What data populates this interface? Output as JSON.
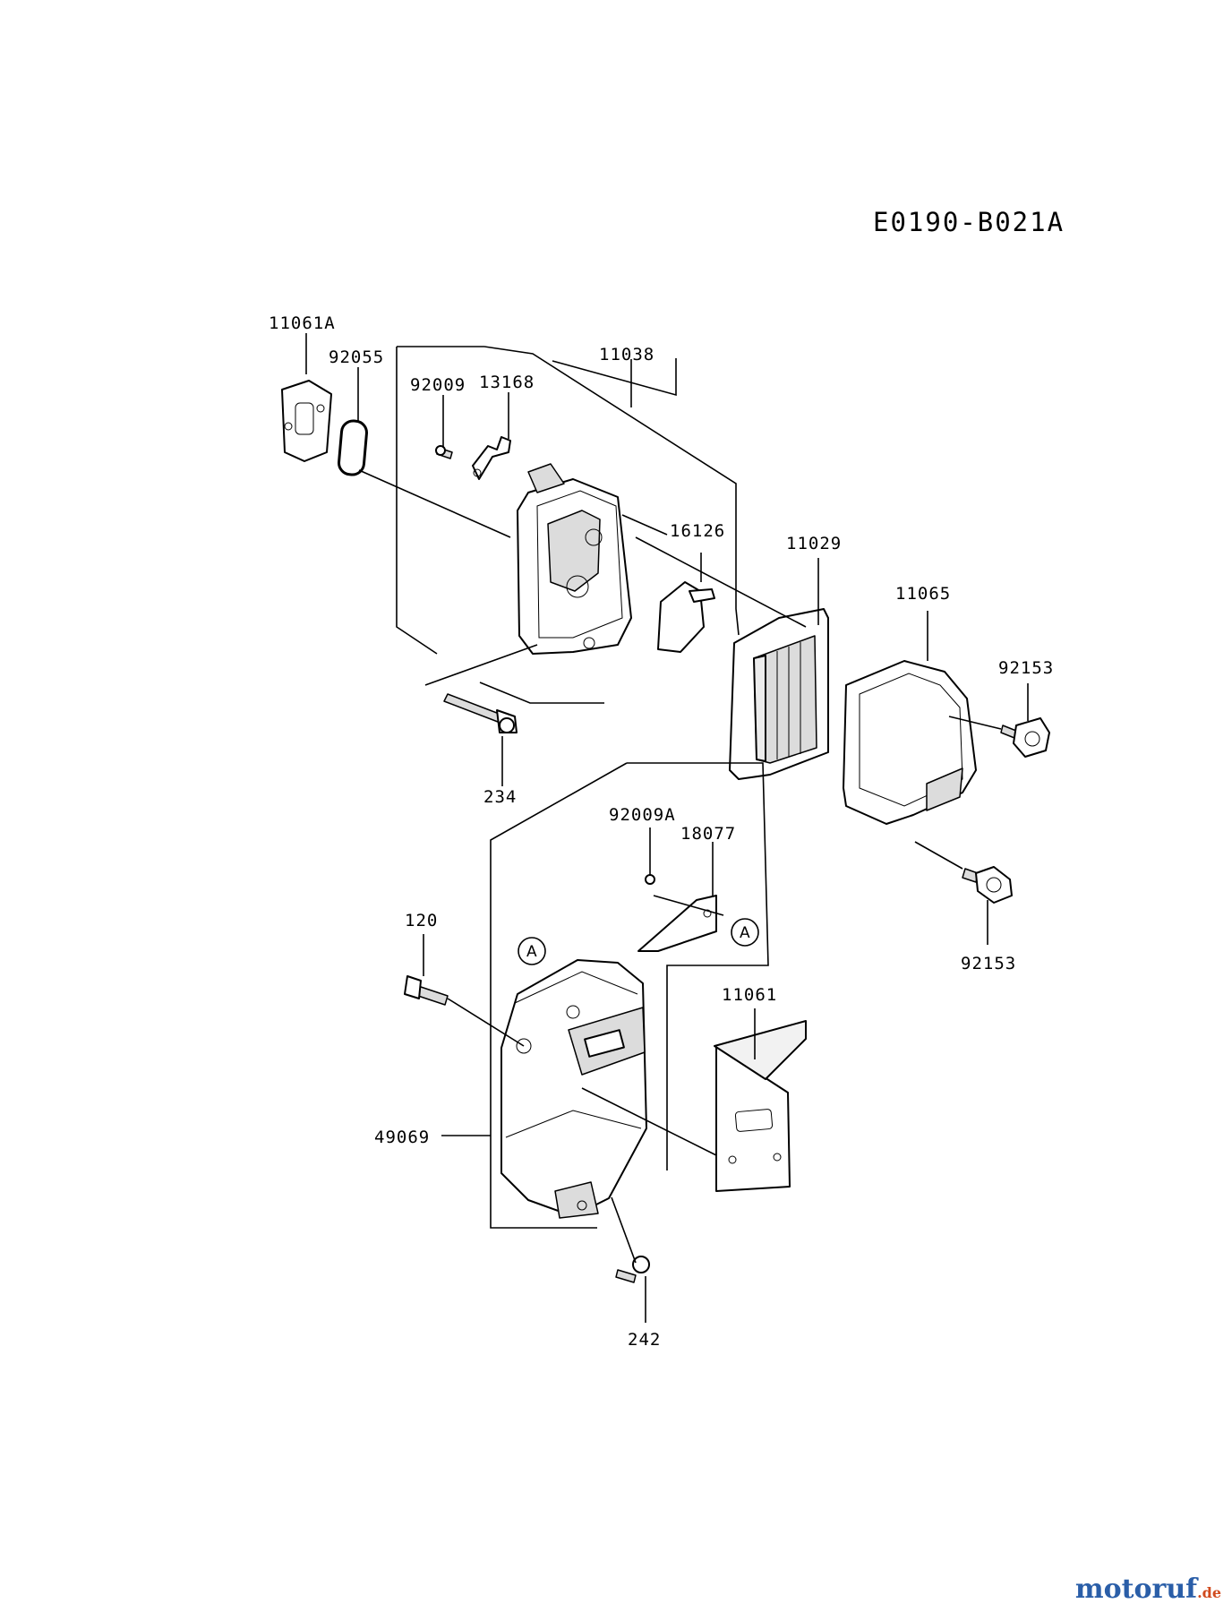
{
  "diagram_code": "E0190-B021A",
  "callout_letter": "A",
  "watermark": {
    "brand": "motoruf",
    "tld": ".de"
  },
  "parts": {
    "p11061A": "11061A",
    "p92055": "92055",
    "p11038": "11038",
    "p92009": "92009",
    "p13168": "13168",
    "p16126": "16126",
    "p11029": "11029",
    "p11065": "11065",
    "p92153a": "92153",
    "p234": "234",
    "p92009A": "92009A",
    "p18077": "18077",
    "p120": "120",
    "p11061": "11061",
    "p92153b": "92153",
    "p49069": "49069",
    "p242": "242"
  }
}
